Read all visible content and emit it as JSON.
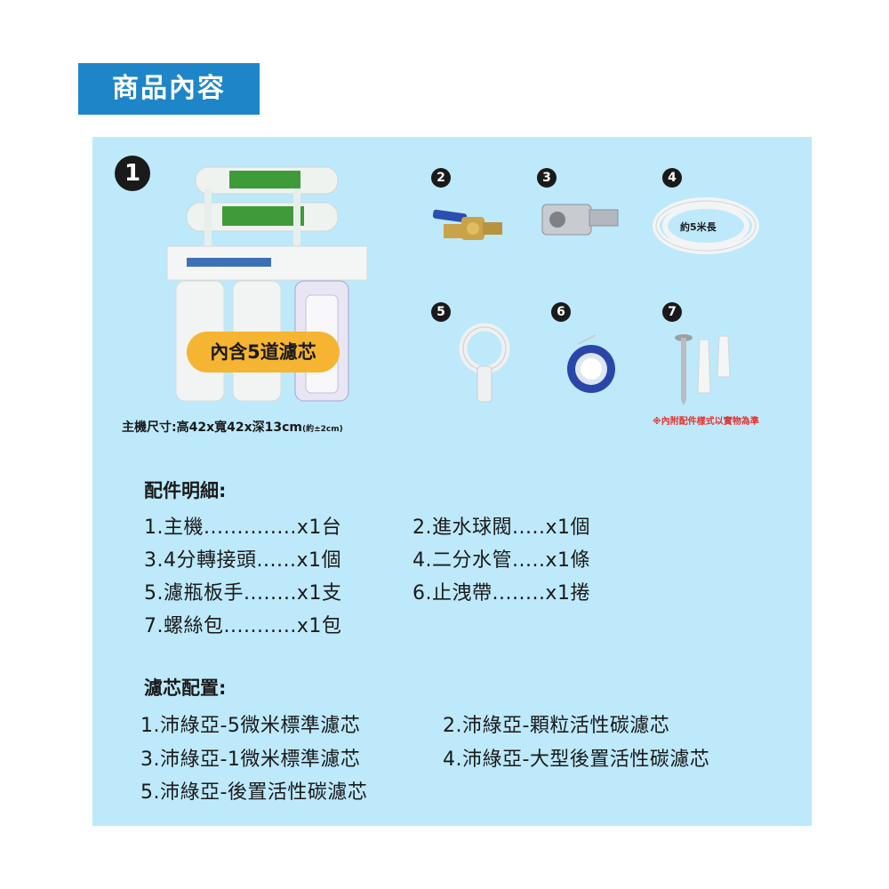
{
  "header": {
    "title": "商品內容"
  },
  "main_unit": {
    "number": "1",
    "filter_badge": "內含5道濾芯",
    "dimensions": "主機尺寸:高42x寬42x深13cm",
    "dimensions_tolerance": "(約±2cm)"
  },
  "parts": [
    {
      "number": "2",
      "icon": "ball-valve-icon"
    },
    {
      "number": "3",
      "icon": "adapter-fitting-icon"
    },
    {
      "number": "4",
      "icon": "tube-coil-icon",
      "label": "約5米長"
    },
    {
      "number": "5",
      "icon": "filter-wrench-icon"
    },
    {
      "number": "6",
      "icon": "seal-tape-icon"
    },
    {
      "number": "7",
      "icon": "screw-pack-icon"
    }
  ],
  "note": "※內附配件樣式以實物為準",
  "accessories": {
    "heading": "配件明細:",
    "items": [
      "1.主機..............x1台",
      "2.進水球閥.....x1個",
      "3.4分轉接頭......x1個",
      "4.二分水管.....x1條",
      "5.濾瓶板手........x1支",
      "6.止洩帶........x1捲",
      "7.螺絲包...........x1包"
    ]
  },
  "filters": {
    "heading": "濾芯配置:",
    "items": [
      "1.沛綠亞-5微米標準濾芯",
      "2.沛綠亞-顆粒活性碳濾芯",
      "3.沛綠亞-1微米標準濾芯",
      "4.沛綠亞-大型後置活性碳濾芯",
      "5.沛綠亞-後置活性碳濾芯"
    ]
  },
  "colors": {
    "header_bg": "#1e86c8",
    "panel_bg": "#bde9fb",
    "badge_bg": "#f5b532",
    "note": "#e0332f"
  }
}
